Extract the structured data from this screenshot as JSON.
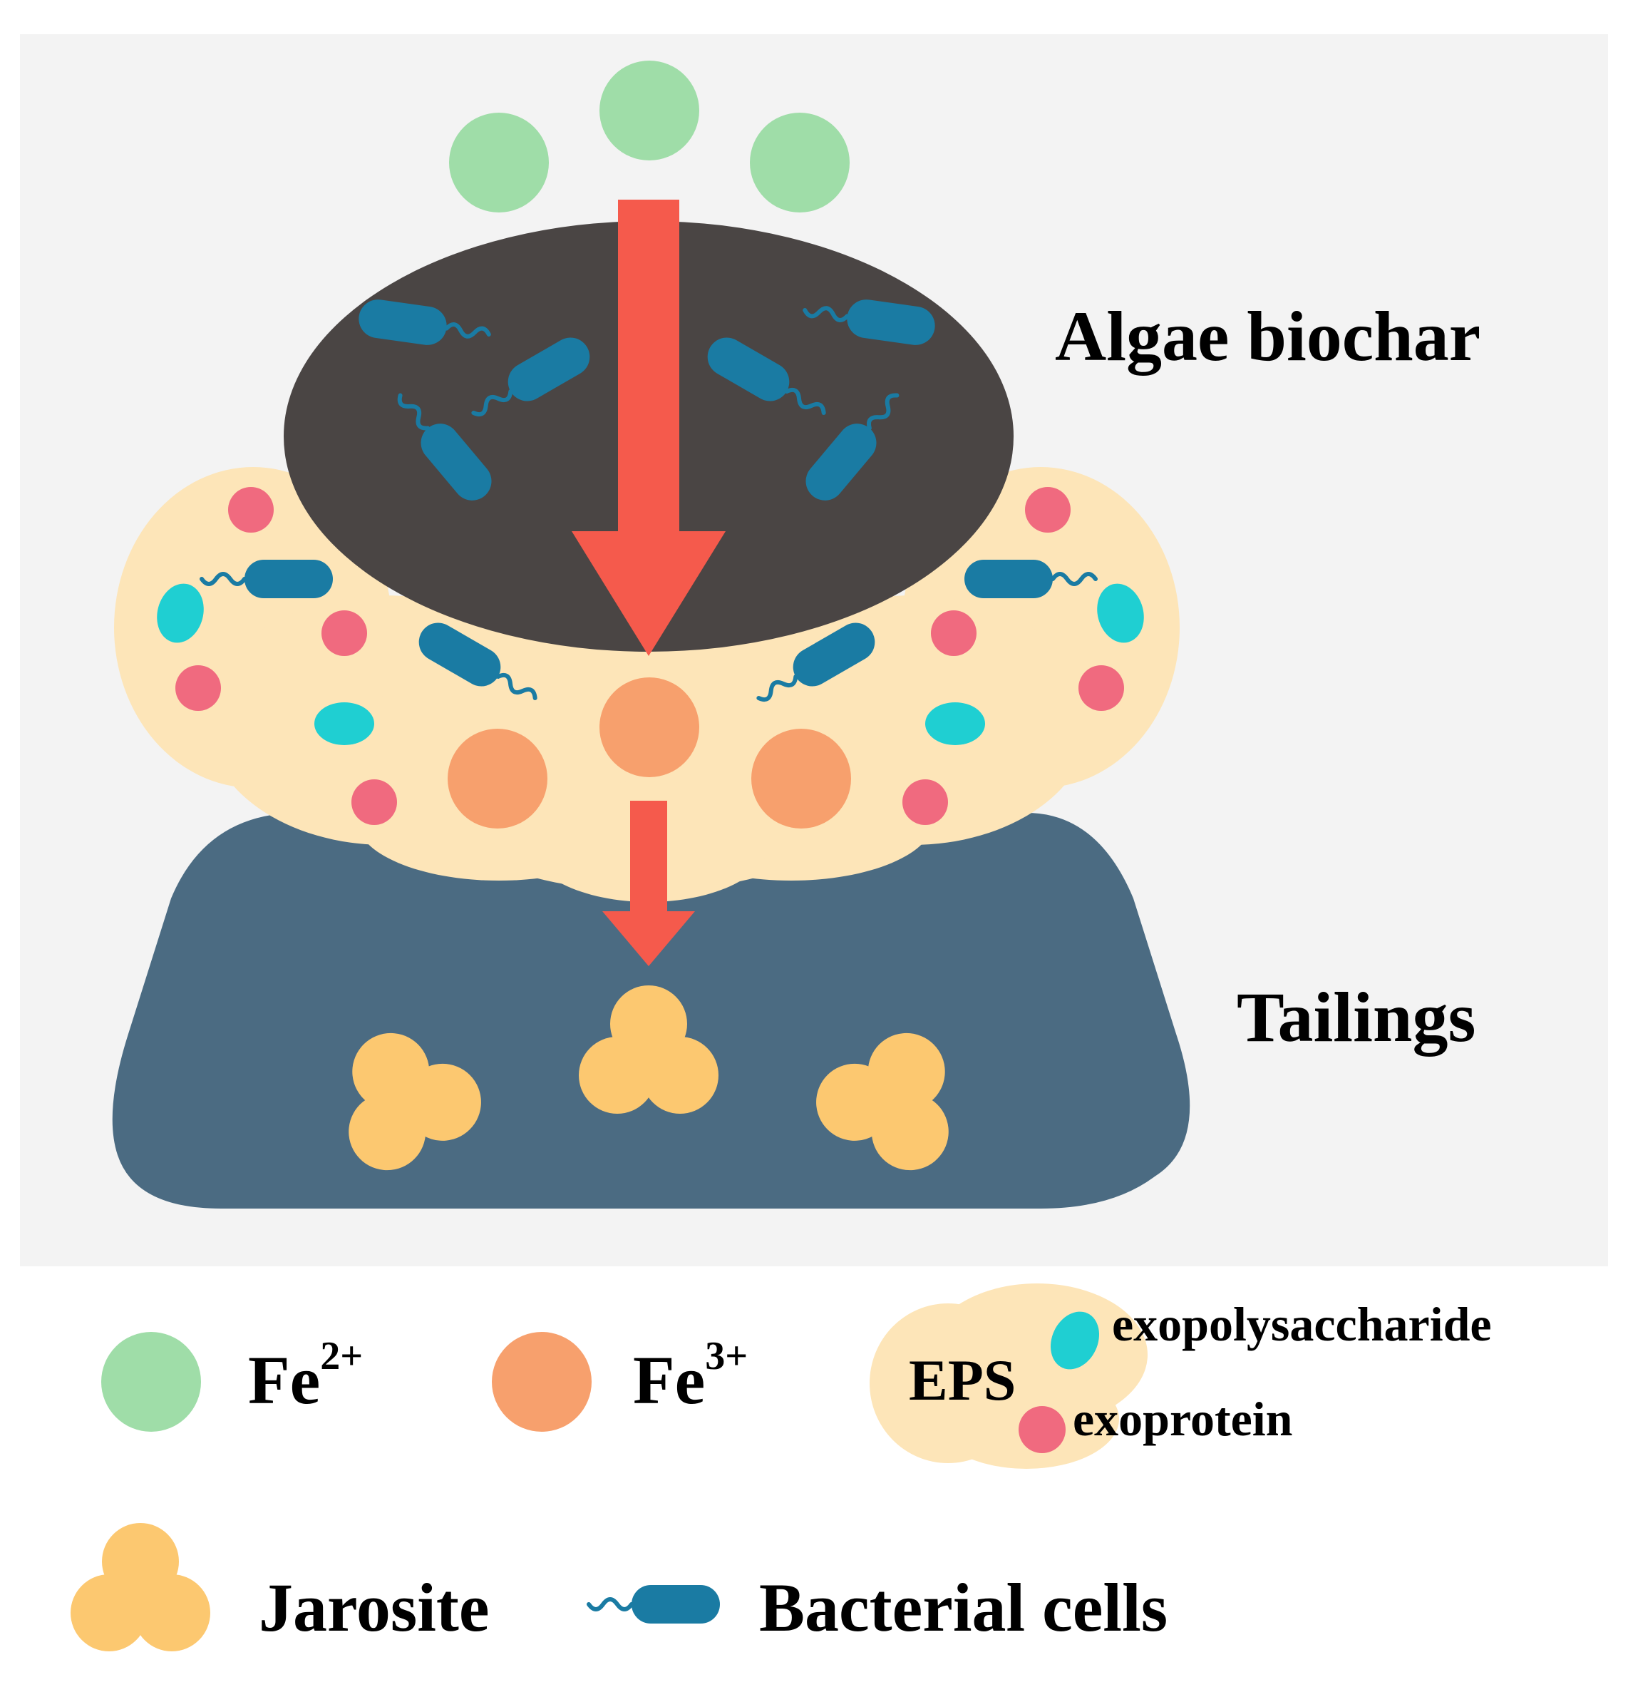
{
  "labels": {
    "algae_biochar": "Algae biochar",
    "tailings": "Tailings"
  },
  "legend": {
    "fe2": {
      "base": "Fe",
      "sup": "2+"
    },
    "fe3": {
      "base": "Fe",
      "sup": "3+"
    },
    "eps": "EPS",
    "exopolysaccharide": "exopolysaccharide",
    "exoprotein": "exoprotein",
    "jarosite": "Jarosite",
    "bacterial_cells": "Bacterial cells"
  },
  "colors": {
    "panel_background": "#f3f3f3",
    "fe2": "#9fdda8",
    "fe3": "#f7a06d",
    "eps": "#fde5b8",
    "exopolysaccharide": "#1fcfd2",
    "exoprotein": "#f06a7f",
    "jarosite": "#fcc870",
    "bacterial_cell": "#1a7ba3",
    "biochar": "#4a4544",
    "tailings": "#4b6b82",
    "arrow": "#f55a4c"
  },
  "icons": [
    "fe2-ion-icon",
    "fe3-ion-icon",
    "eps-cloud-icon",
    "jarosite-icon",
    "bacterial-cell-icon",
    "flow-arrow-icon"
  ]
}
